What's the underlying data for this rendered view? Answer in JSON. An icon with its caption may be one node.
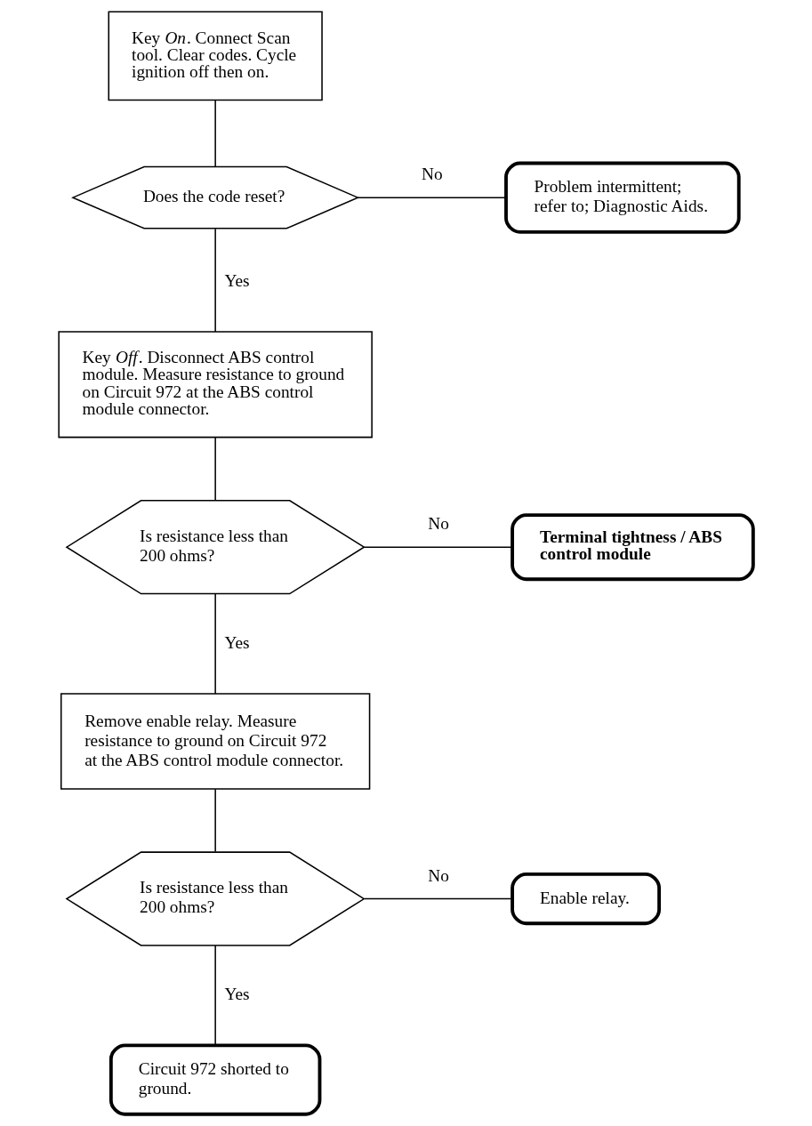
{
  "diagram": {
    "nodes": [
      {
        "text": [
          "Key *On*. Connect Scan tool. Clear codes. Cycle ignition off then on."
        ]
      },
      {
        "text": [
          "Does the code reset?"
        ]
      },
      {
        "text": [
          "Problem intermittent; refer to; Diagnostic Aids."
        ]
      },
      {
        "text": [
          "Key *Off*. Disconnect ABS control module. Measure resistance to ground on Circuit 972 at the ABS control module connector."
        ]
      },
      {
        "text": [
          "Is resistance less than 200 ohms?"
        ]
      },
      {
        "text": [
          "Terminal tightness / ABS control module"
        ]
      },
      {
        "text": [
          "Remove enable relay. Measure resistance to ground on Circuit 972 at the ABS control module connector."
        ]
      },
      {
        "text": [
          "Is resistance less than 200 ohms?"
        ]
      },
      {
        "text": [
          "Enable relay."
        ]
      },
      {
        "text": [
          "Circuit 972 shorted to ground."
        ]
      }
    ],
    "edges": [
      {
        "from": 0,
        "to": 1,
        "arrow": "none"
      },
      {
        "from": 1,
        "to": 2,
        "arrow": "none",
        "label": "No"
      },
      {
        "from": 1,
        "to": 3,
        "arrow": "none",
        "label": "Yes"
      },
      {
        "from": 3,
        "to": 4,
        "arrow": "none"
      },
      {
        "from": 4,
        "to": 5,
        "arrow": "none",
        "label": "No"
      },
      {
        "from": 4,
        "to": 6,
        "arrow": "none",
        "label": "Yes"
      },
      {
        "from": 6,
        "to": 7,
        "arrow": "none"
      },
      {
        "from": 7,
        "to": 8,
        "arrow": "none",
        "label": "No"
      },
      {
        "from": 7,
        "to": 9,
        "arrow": "none",
        "label": "Yes"
      }
    ]
  }
}
